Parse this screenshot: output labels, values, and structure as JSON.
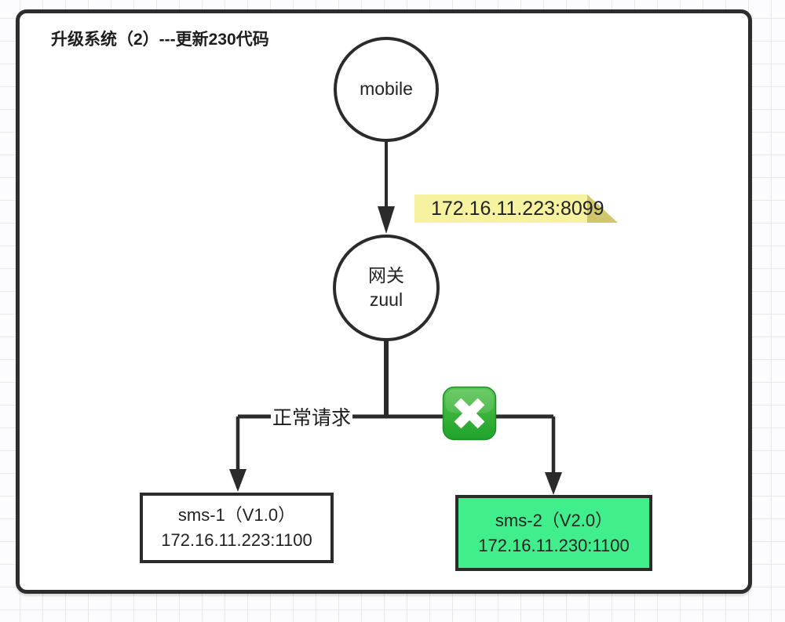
{
  "canvas": {
    "title": "升级系统（2）---更新230代码"
  },
  "nodes": {
    "mobile": {
      "label": "mobile"
    },
    "gateway": {
      "name": "网关",
      "sub": "zuul"
    },
    "sms1": {
      "title": "sms-1（V1.0）",
      "address": "172.16.11.223:1100"
    },
    "sms2": {
      "title": "sms-2（V2.0）",
      "address": "172.16.11.230:1100"
    }
  },
  "labels": {
    "gateway_endpoint_note": "172.16.11.223:8099",
    "normal_request": "正常请求"
  },
  "icons": {
    "cross_mark": "cross-mark-button"
  },
  "colors": {
    "line": "#2b2b2b",
    "sms2_fill": "#40ef8c",
    "note_fill": "#f6f2a0",
    "note_fold": "#cfc66e",
    "cross_gradient_top": "#57c24f",
    "cross_gradient_bottom": "#1fa32c"
  }
}
